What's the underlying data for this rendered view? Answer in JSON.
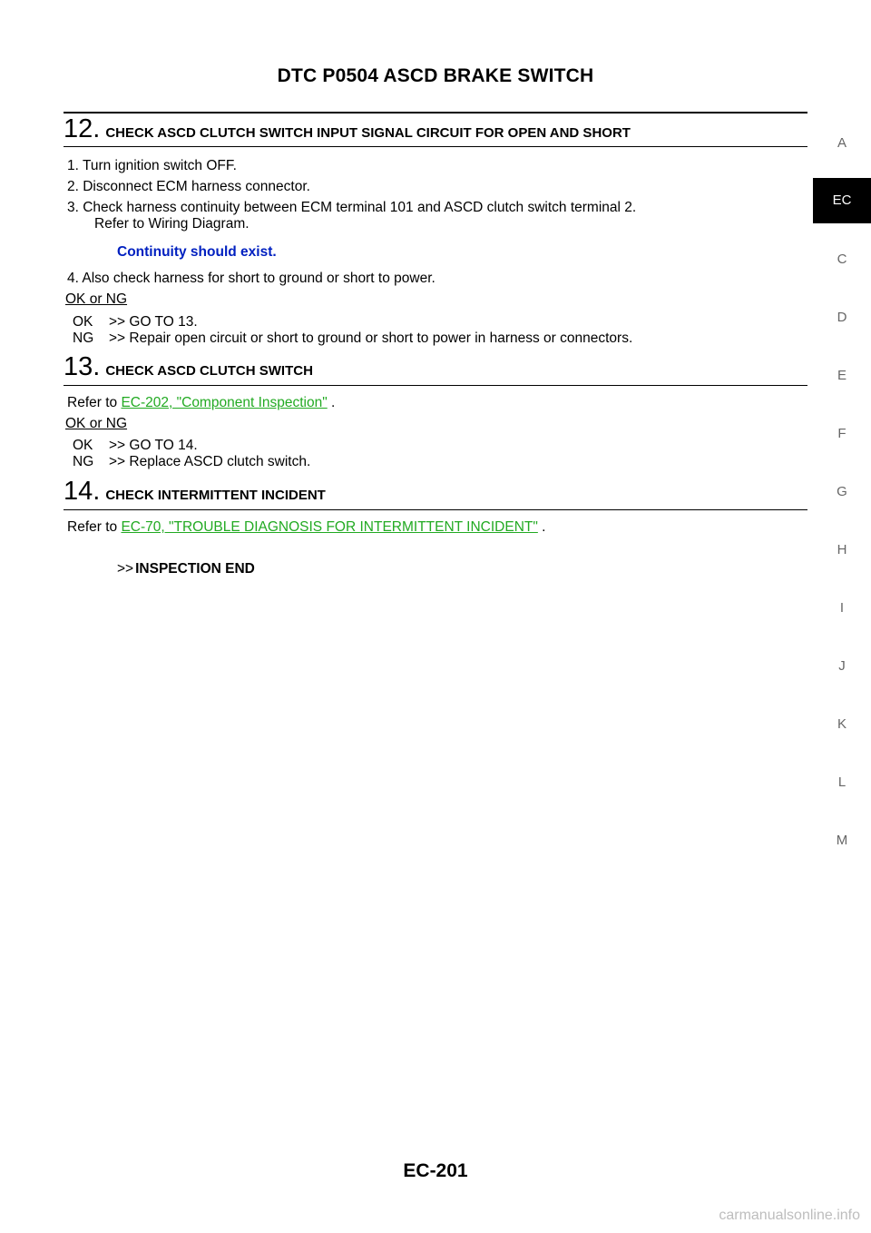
{
  "header": {
    "title": "DTC P0504 ASCD BRAKE SWITCH"
  },
  "tabs": [
    "A",
    "EC",
    "C",
    "D",
    "E",
    "F",
    "G",
    "H",
    "I",
    "J",
    "K",
    "L",
    "M"
  ],
  "active_tab": "EC",
  "step12": {
    "num": "12.",
    "title": "CHECK ASCD CLUTCH SWITCH INPUT SIGNAL CIRCUIT FOR OPEN AND SHORT",
    "items": [
      "1.  Turn ignition switch OFF.",
      "2.  Disconnect ECM harness connector.",
      "3.  Check harness continuity between ECM terminal 101 and ASCD clutch switch terminal 2.",
      "Refer to Wiring Diagram.",
      "4.  Also check harness for short to ground or short to power."
    ],
    "spec": "Continuity should exist.",
    "okng": "OK or NG",
    "ok_key": "OK",
    "ok_val": ">> GO TO 13.",
    "ng_key": "NG",
    "ng_val": ">> Repair open circuit or short to ground or short to power in harness or connectors."
  },
  "step13": {
    "num": "13.",
    "title": "CHECK ASCD CLUTCH SWITCH",
    "refer_prefix": "Refer to ",
    "refer_link": "EC-202, \"Component Inspection\"",
    "refer_suffix": " .",
    "okng": "OK or NG",
    "ok_key": "OK",
    "ok_val": ">> GO TO 14.",
    "ng_key": "NG",
    "ng_val": ">> Replace ASCD clutch switch."
  },
  "step14": {
    "num": "14.",
    "title": "CHECK INTERMITTENT INCIDENT",
    "refer_prefix": "Refer to ",
    "refer_link": "EC-70, \"TROUBLE DIAGNOSIS FOR INTERMITTENT INCIDENT\"",
    "refer_suffix": " .",
    "end_prefix": ">>",
    "end_label": "INSPECTION END"
  },
  "footer": {
    "page": "EC-201"
  },
  "watermark": "carmanualsonline.info",
  "colors": {
    "link": "#22aa22",
    "spec": "#0020c0",
    "tab_active_bg": "#000000"
  }
}
